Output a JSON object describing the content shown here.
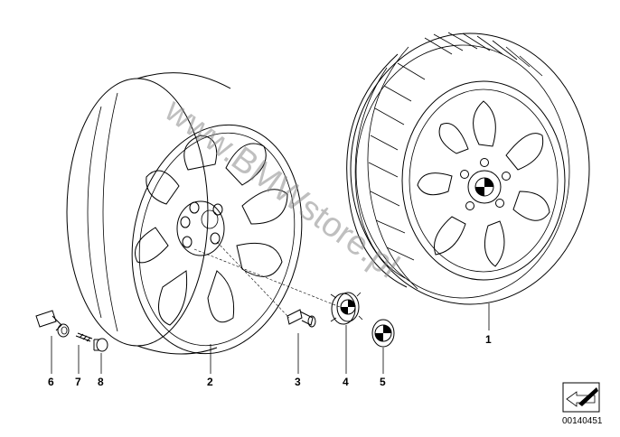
{
  "watermark": "www.BMWstore.pl",
  "callouts": [
    {
      "id": "tire-wheel",
      "label": "1"
    },
    {
      "id": "rim",
      "label": "2"
    },
    {
      "id": "wheel-bolt",
      "label": "3"
    },
    {
      "id": "hub-cap",
      "label": "4"
    },
    {
      "id": "emblem",
      "label": "5"
    },
    {
      "id": "valve",
      "label": "6"
    },
    {
      "id": "valve-core",
      "label": "7"
    },
    {
      "id": "valve-cap",
      "label": "8"
    }
  ],
  "diagram_id": "00140451",
  "icons": {
    "corner_badge": "arrow-badge-icon"
  }
}
